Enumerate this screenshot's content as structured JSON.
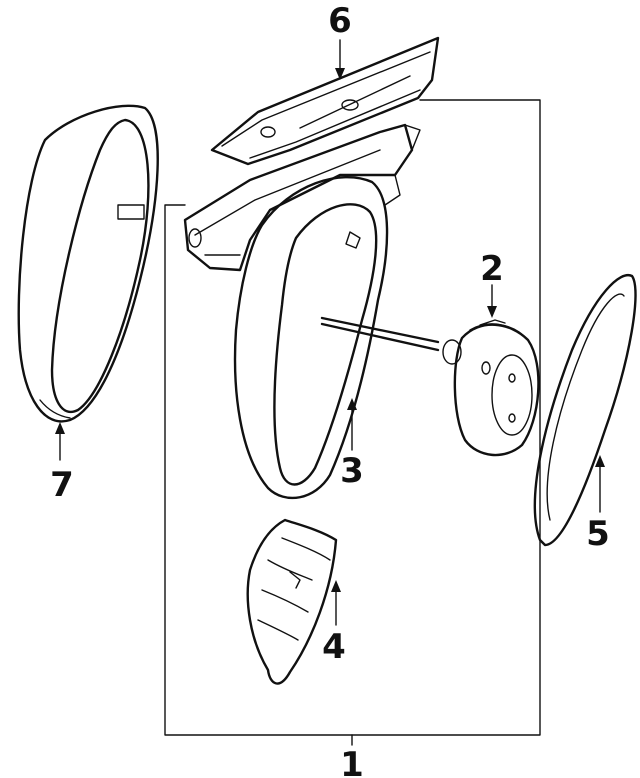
{
  "callouts": {
    "c1": "1",
    "c2": "2",
    "c3": "3",
    "c4": "4",
    "c5": "5",
    "c6": "6",
    "c7": "7"
  },
  "colors": {
    "ink": "#111111",
    "background": "#ffffff"
  }
}
